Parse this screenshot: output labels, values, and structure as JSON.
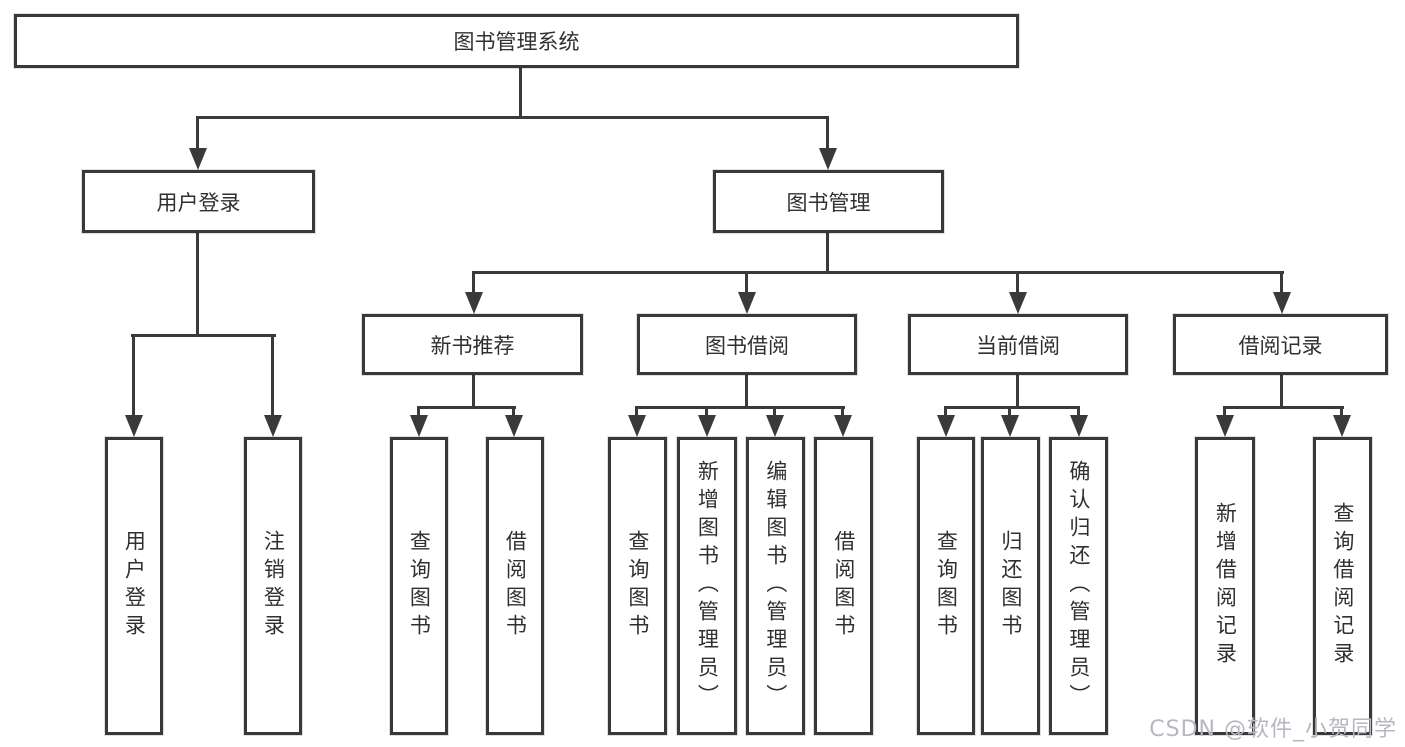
{
  "diagram": {
    "root": {
      "label": "图书管理系统"
    },
    "branches": [
      {
        "label": "用户登录",
        "children": [
          {
            "label": "用户登录"
          },
          {
            "label": "注销登录"
          }
        ]
      },
      {
        "label": "图书管理",
        "children": [
          {
            "label": "新书推荐",
            "children": [
              {
                "label": "查询图书"
              },
              {
                "label": "借阅图书"
              }
            ]
          },
          {
            "label": "图书借阅",
            "children": [
              {
                "label": "查询图书"
              },
              {
                "label": "新增图书（管理员）"
              },
              {
                "label": "编辑图书（管理员）"
              },
              {
                "label": "借阅图书"
              }
            ]
          },
          {
            "label": "当前借阅",
            "children": [
              {
                "label": "查询图书"
              },
              {
                "label": "归还图书"
              },
              {
                "label": "确认归还（管理员）"
              }
            ]
          },
          {
            "label": "借阅记录",
            "children": [
              {
                "label": "新增借阅记录"
              },
              {
                "label": "查询借阅记录"
              }
            ]
          }
        ]
      }
    ],
    "watermark": "CSDN @软件_小贺同学",
    "colors": {
      "line": "#3a3a3a",
      "border": "#383838",
      "text": "#303030",
      "watermark": "#b5b8bf",
      "background": "#ffffff"
    }
  }
}
